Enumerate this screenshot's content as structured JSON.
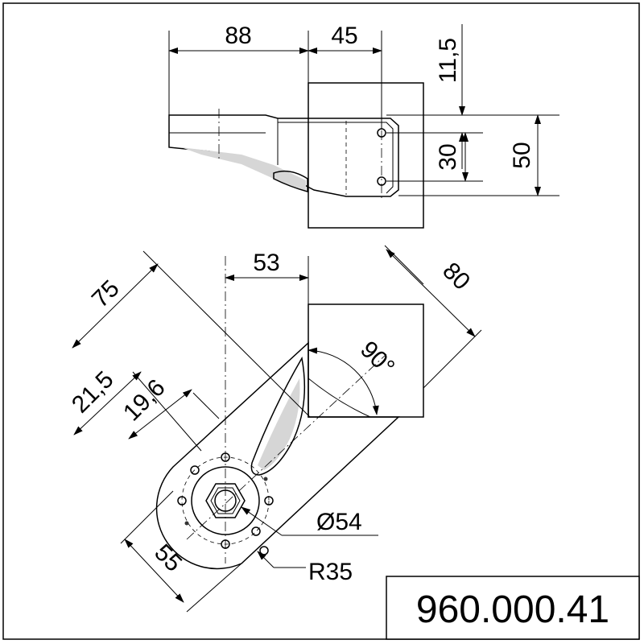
{
  "drawing": {
    "part_number": "960.000.41",
    "dimensions": {
      "top_width_left": "88",
      "top_width_right": "45",
      "top_offset": "11,5",
      "top_hole_spacing": "30",
      "top_height": "50",
      "front_offset": "53",
      "front_length": "80",
      "front_length_diag": "75",
      "front_hub_a": "21,5",
      "front_hub_b": "19,6",
      "front_width": "55",
      "angle": "90°",
      "bolt_circle": "Ø54",
      "radius": "R35"
    }
  }
}
